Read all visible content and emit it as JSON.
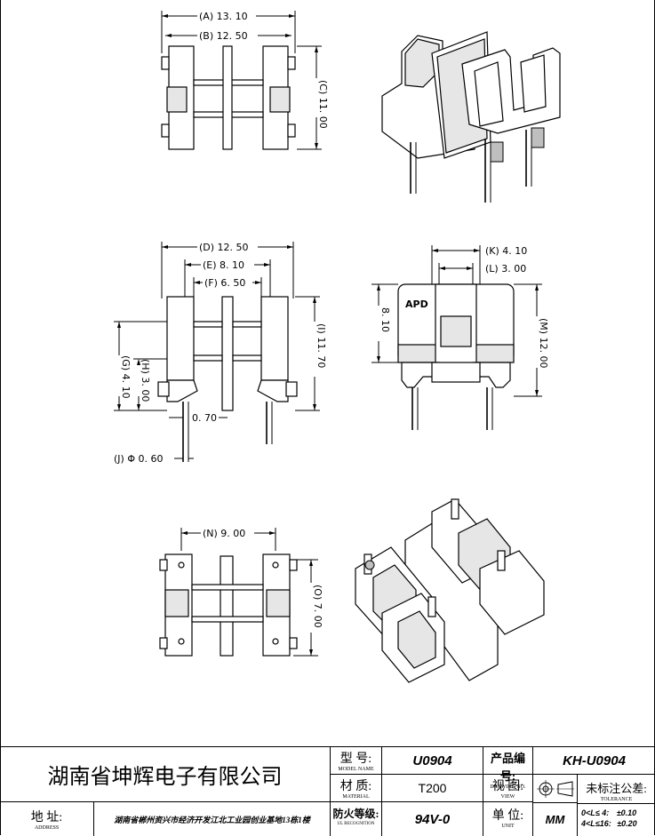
{
  "dims": {
    "A": "(A) 13. 10",
    "B": "(B) 12. 50",
    "C": "(C) 11. 00",
    "D": "(D) 12. 50",
    "E": "(E) 8. 10",
    "F": "(F) 6. 50",
    "G": "(G) 4. 10",
    "H": "(H) 3. 00",
    "I": "(I) 11. 70",
    "J": "(J) Φ 0. 60",
    "pin_gap": "0. 70",
    "K": "(K) 4. 10",
    "L": "(L) 3. 00",
    "height": "8. 10",
    "M": "(M) 12. 00",
    "N": "(N) 9. 00",
    "O": "(O) 7. 00",
    "apd": "APD"
  },
  "title_block": {
    "company": "湖南省坤辉电子有限公司",
    "address_label": "地 址:",
    "address_sub": "ADDRESS",
    "address": "湖南省郴州资兴市经济开发江北工业园创业基地13栋1楼",
    "model_label": "型 号:",
    "model_sub": "MODEL NAME",
    "model": "U0904",
    "material_label": "材 质:",
    "material_sub": "MATERIAL",
    "material": "T200",
    "fire_label": "防火等级:",
    "fire_sub": "UL RECOGNITION",
    "fire": "94V-0",
    "drawing_label": "产品编号:",
    "drawing_sub": "DRAWING NO.",
    "drawing_no": "KH-U0904",
    "view_label": "视 图:",
    "view_sub": "VIEW",
    "unit_label": "单 位:",
    "unit_sub": "UNIT",
    "unit": "MM",
    "tol_label": "未标注公差:",
    "tol_sub": "TOLERANCE",
    "tol1_range": "0<L≤ 4:",
    "tol1_val": "±0.10",
    "tol2_range": "4<L≤16:",
    "tol2_val": "±0.20"
  }
}
